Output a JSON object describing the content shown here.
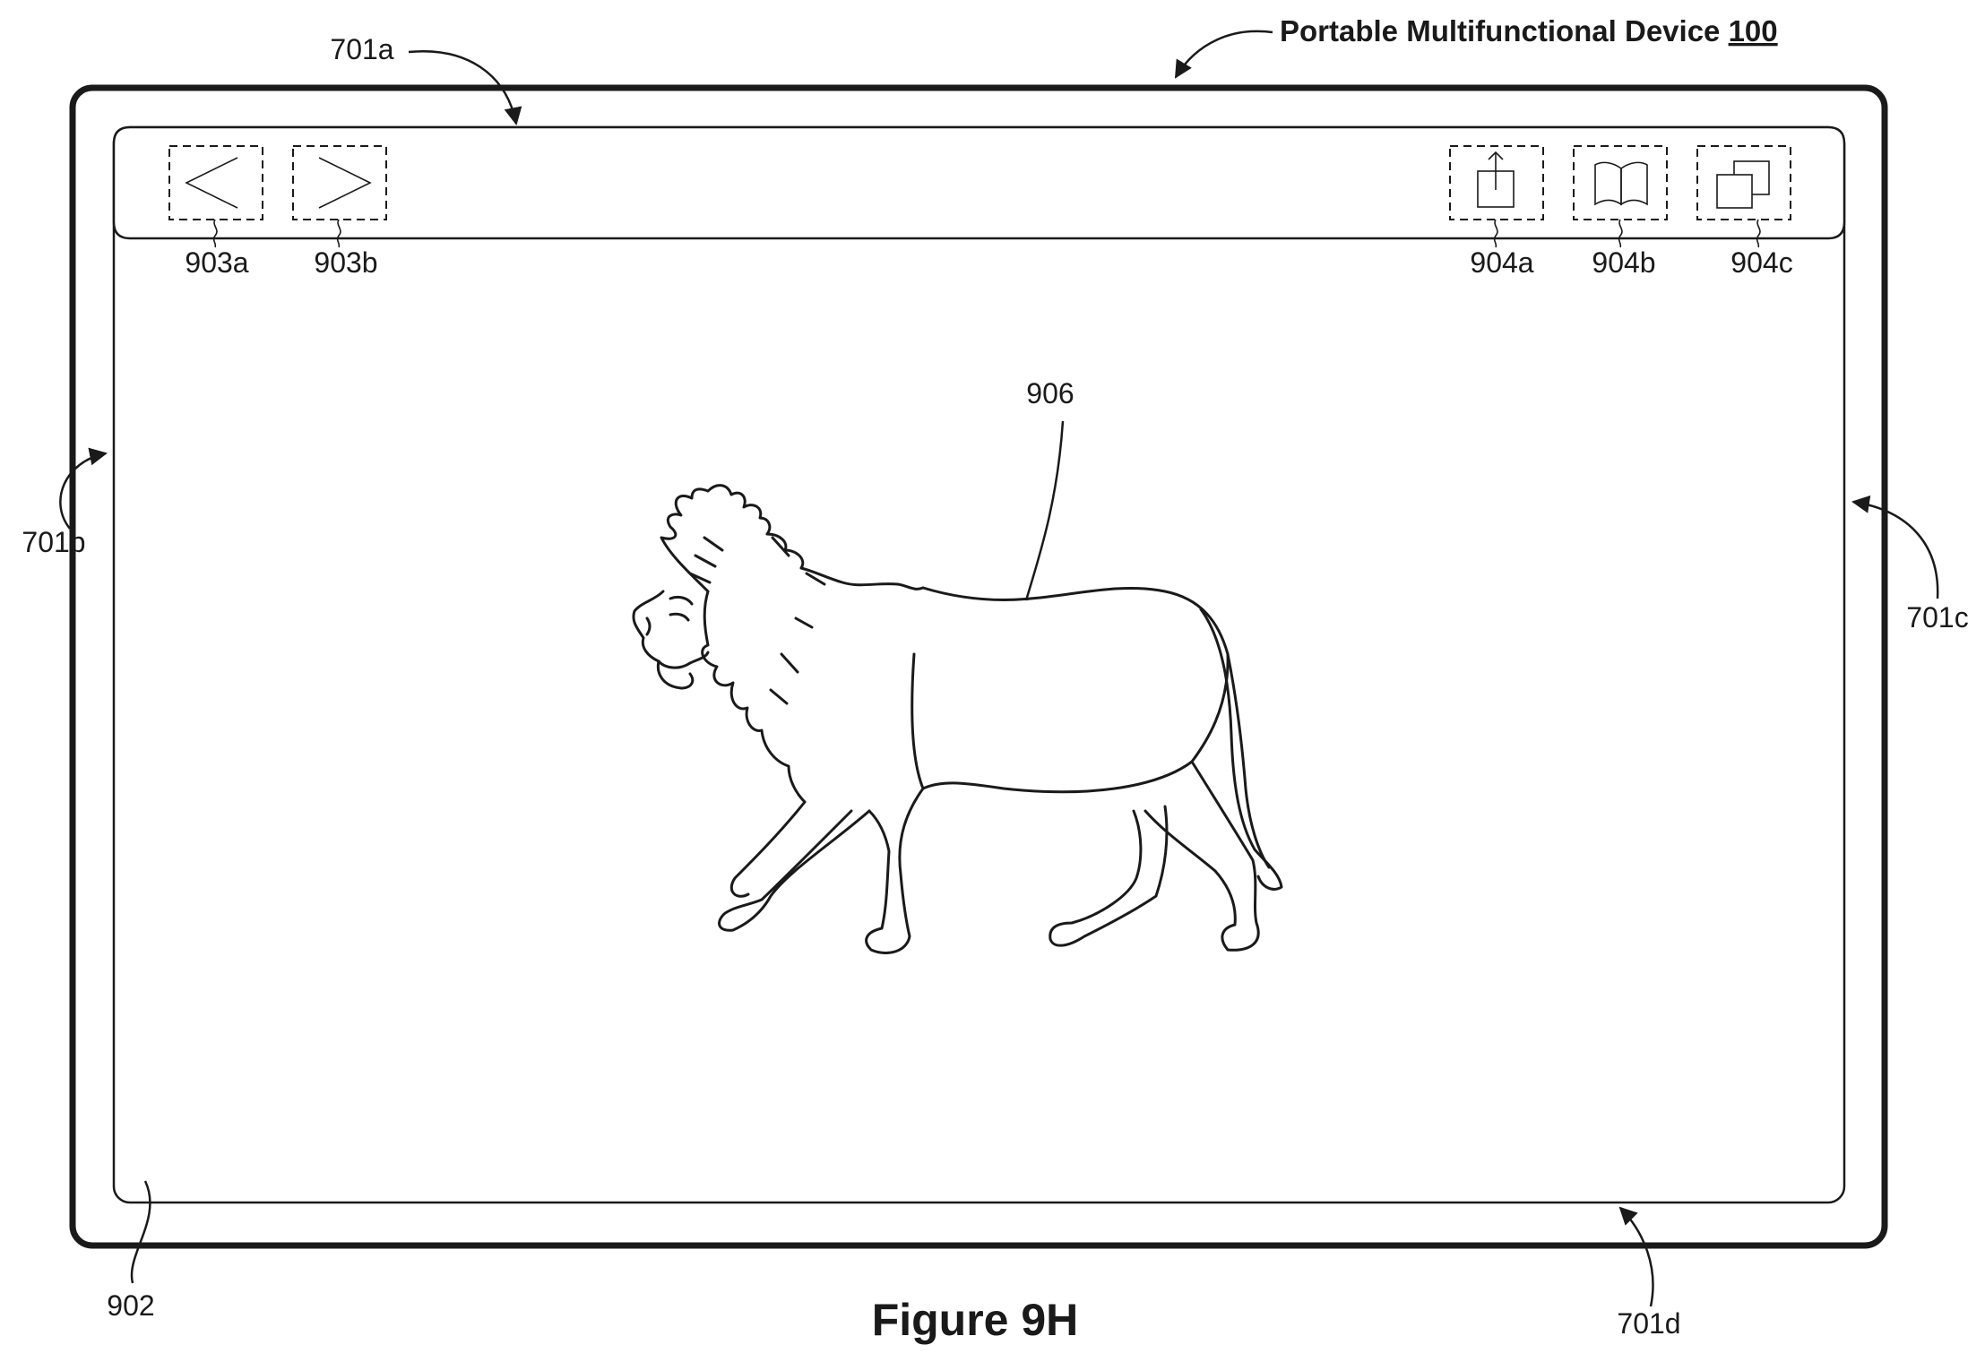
{
  "device": {
    "title_text": "Portable Multifunctional Device ",
    "title_number": "100"
  },
  "edges": {
    "top": "701a",
    "left": "701b",
    "right": "701c",
    "bottom": "701d"
  },
  "ui": {
    "back_ref": "903a",
    "forward_ref": "903b",
    "share_ref": "904a",
    "bookmarks_ref": "904b",
    "tabs_ref": "904c"
  },
  "content": {
    "image_ref": "906",
    "region_ref": "902"
  },
  "figure": {
    "caption": "Figure 9H"
  },
  "icons": [
    "back-chevron-icon",
    "forward-chevron-icon",
    "share-icon",
    "book-icon",
    "tabs-icon",
    "lion-image"
  ],
  "colors": {
    "line": "#1a1a1a",
    "background": "#ffffff"
  }
}
